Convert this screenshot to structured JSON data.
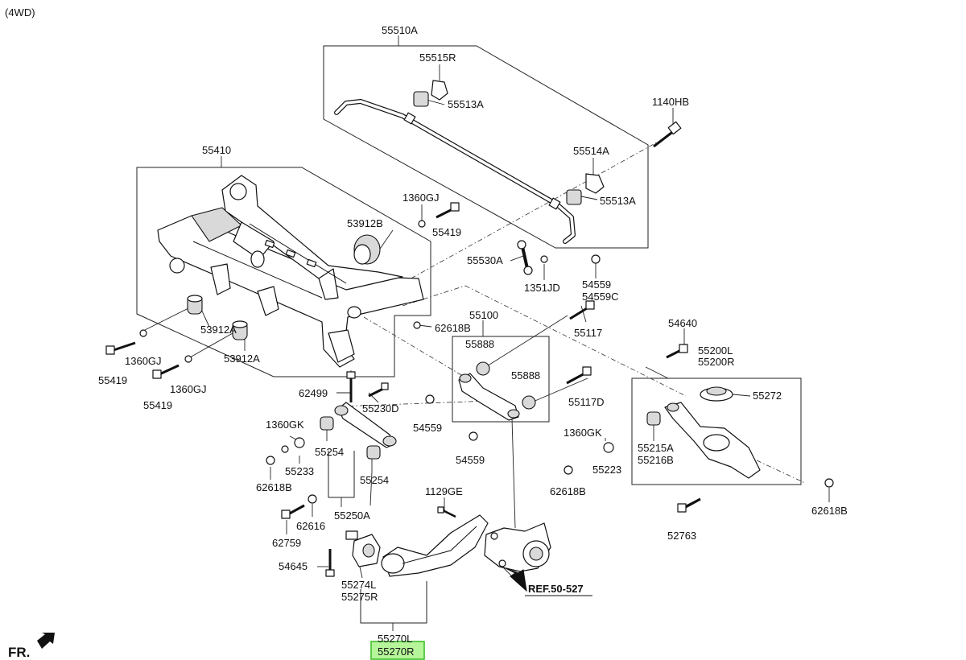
{
  "variant": "(4WD)",
  "front_marker": "FR.",
  "reference": "REF.50-527",
  "parts": {
    "p55510A": "55510A",
    "p55515R": "55515R",
    "p55513A_top": "55513A",
    "p1140HB": "1140HB",
    "p55514A": "55514A",
    "p55513A_right": "55513A",
    "p55530A": "55530A",
    "p1351JD": "1351JD",
    "p54559": "54559",
    "p54559C": "54559C",
    "p55410": "55410",
    "p1360GJ_top": "1360GJ",
    "p55419_top": "55419",
    "p53912B": "53912B",
    "p53912A_1": "53912A",
    "p53912A_2": "53912A",
    "p1360GJ_left": "1360GJ",
    "p1360GJ_mid": "1360GJ",
    "p55419_left": "55419",
    "p55419_mid": "55419",
    "p62618B_top": "62618B",
    "p55100": "55100",
    "p55117": "55117",
    "p55888_1": "55888",
    "p55888_2": "55888",
    "p55117D": "55117D",
    "p54559_a": "54559",
    "p54559_b": "54559",
    "p54640": "54640",
    "p55200L": "55200L",
    "p55200R": "55200R",
    "p55272": "55272",
    "p1360GK_right": "1360GK",
    "p55215A": "55215A",
    "p55216B": "55216B",
    "p55223": "55223",
    "p62618B_right": "62618B",
    "p62618B_far": "62618B",
    "p52763": "52763",
    "p62499": "62499",
    "p55230D": "55230D",
    "p1360GK_left": "1360GK",
    "p55254_1": "55254",
    "p55233": "55233",
    "p55254_2": "55254",
    "p62618B_left": "62618B",
    "p55250A": "55250A",
    "p62616": "62616",
    "p62759": "62759",
    "p1129GE": "1129GE",
    "p54645": "54645",
    "p55274L": "55274L",
    "p55275R": "55275R",
    "p55270L": "55270L",
    "p55270R": "55270R"
  },
  "highlight_color": "#b6f59a"
}
